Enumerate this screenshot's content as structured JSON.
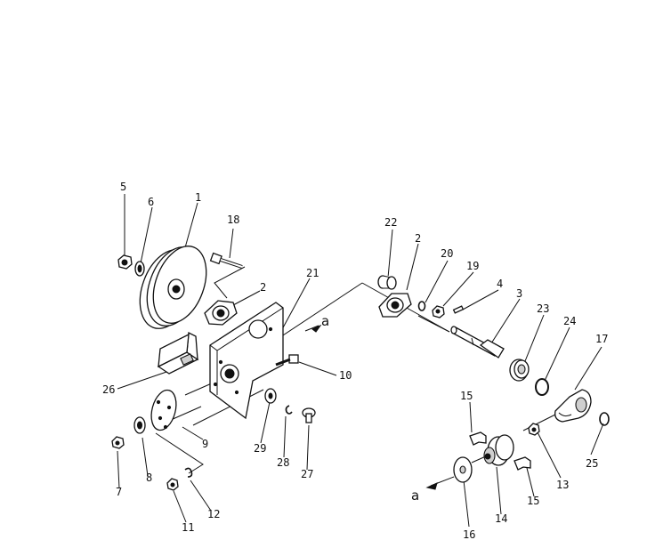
{
  "diagram": {
    "callouts": [
      {
        "id": "c5",
        "text": "5"
      },
      {
        "id": "c6",
        "text": "6"
      },
      {
        "id": "c1",
        "text": "1"
      },
      {
        "id": "c18",
        "text": "18"
      },
      {
        "id": "c2a",
        "text": "2"
      },
      {
        "id": "c21",
        "text": "21"
      },
      {
        "id": "c26",
        "text": "26"
      },
      {
        "id": "c10",
        "text": "10"
      },
      {
        "id": "c9",
        "text": "9"
      },
      {
        "id": "c8",
        "text": "8"
      },
      {
        "id": "c7",
        "text": "7"
      },
      {
        "id": "c11",
        "text": "11"
      },
      {
        "id": "c12",
        "text": "12"
      },
      {
        "id": "c29",
        "text": "29"
      },
      {
        "id": "c28",
        "text": "28"
      },
      {
        "id": "c27",
        "text": "27"
      },
      {
        "id": "c22",
        "text": "22"
      },
      {
        "id": "c2b",
        "text": "2"
      },
      {
        "id": "c20",
        "text": "20"
      },
      {
        "id": "c19",
        "text": "19"
      },
      {
        "id": "c4",
        "text": "4"
      },
      {
        "id": "c3",
        "text": "3"
      },
      {
        "id": "c23",
        "text": "23"
      },
      {
        "id": "c24",
        "text": "24"
      },
      {
        "id": "c17",
        "text": "17"
      },
      {
        "id": "c15a",
        "text": "15"
      },
      {
        "id": "c15b",
        "text": "15"
      },
      {
        "id": "c13",
        "text": "13"
      },
      {
        "id": "c25",
        "text": "25"
      },
      {
        "id": "c14",
        "text": "14"
      },
      {
        "id": "c16",
        "text": "16"
      }
    ],
    "ref_a_top": "a",
    "ref_a_bottom": "a"
  }
}
